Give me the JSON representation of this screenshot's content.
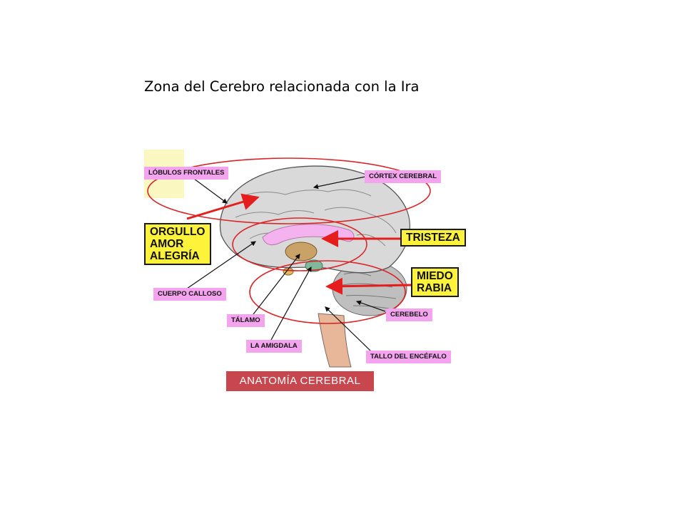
{
  "slide": {
    "title": "Zona del Cerebro relacionada con la Ira"
  },
  "figure": {
    "labels": {
      "lobulos_frontales": "LÓBULOS FRONTALES",
      "cortex_cerebral": "CÓRTEX CEREBRAL",
      "cuerpo_calloso": "CUERPO CALLOSO",
      "talamo": "TÁLAMO",
      "la_amigdala": "LA AMIGDALA",
      "cerebelo": "CEREBELO",
      "tallo_del_encefalo": "TALLO DEL ENCÉFALO"
    },
    "emotions": {
      "left": [
        "ORGULLO",
        "AMOR",
        "ALEGRÍA"
      ],
      "tristeza": "TRISTEZA",
      "miedo_rabia": [
        "MIEDO",
        "RABIA"
      ]
    },
    "banner": "ANATOMÍA CEREBRAL",
    "colors": {
      "label_pink": "#f4a3ee",
      "emotion_yellow": "#fff23a",
      "ring_red": "#d9262a",
      "arrow_red": "#e51d1d",
      "banner_red": "#c8474f",
      "brain_gray": "#d9d9d9"
    }
  }
}
